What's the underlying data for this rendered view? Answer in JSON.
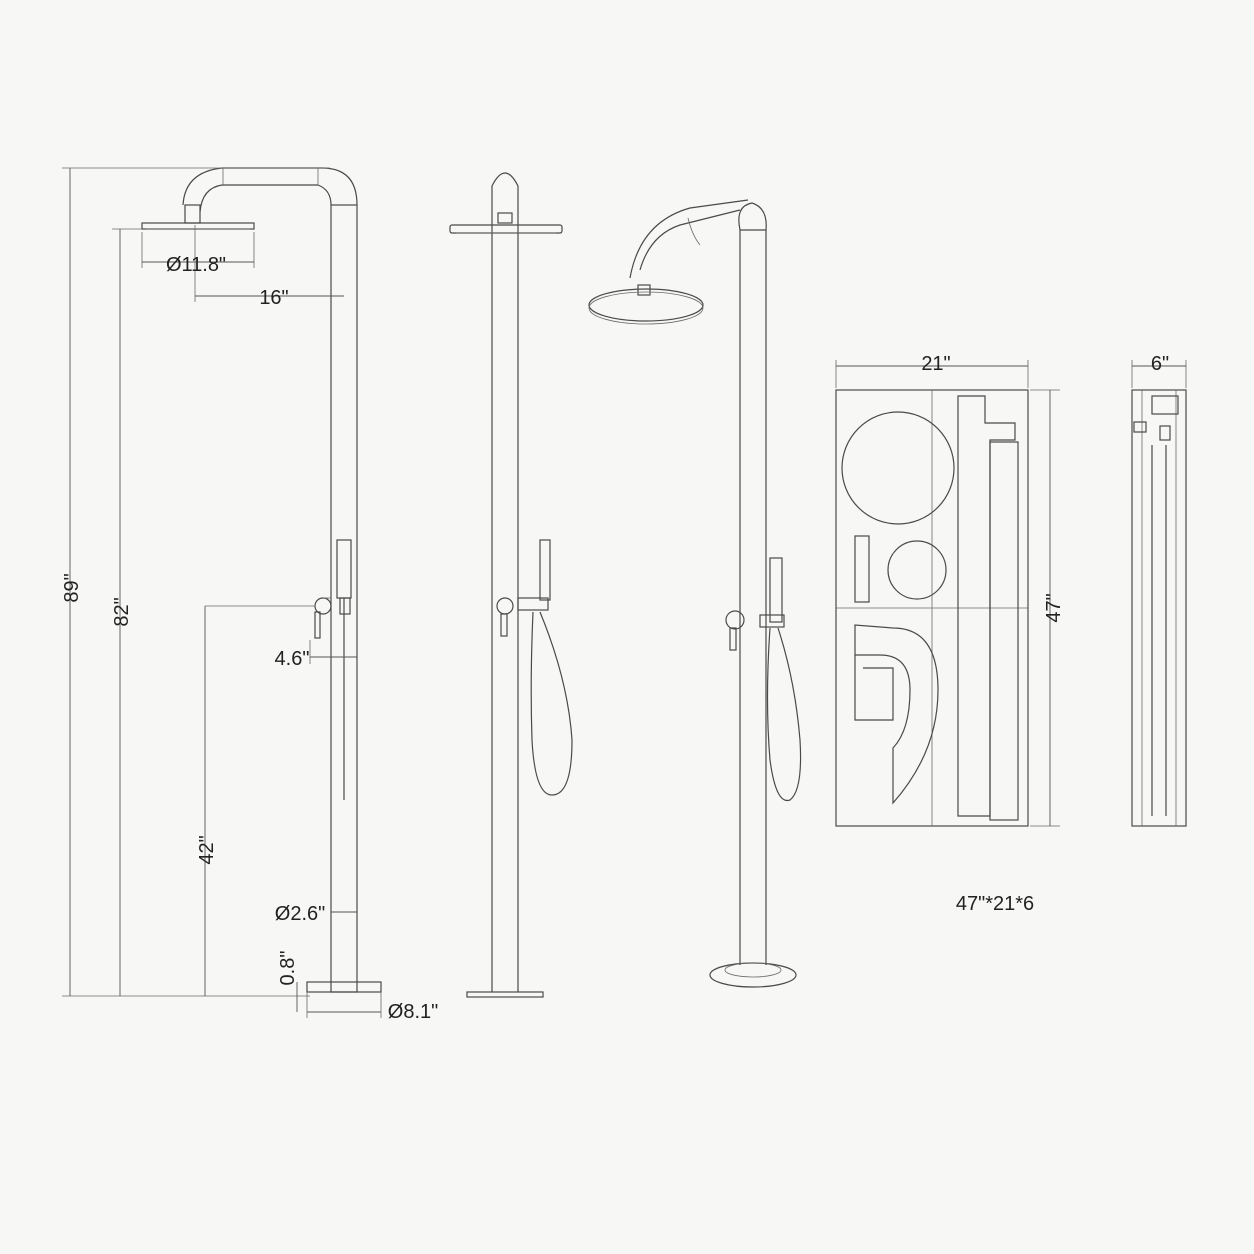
{
  "dimensions": {
    "total_height": "89\"",
    "head_height": "82\"",
    "valve_height": "42\"",
    "head_diameter": "Ø11.8\"",
    "arm_reach": "16\"",
    "valve_offset": "4.6\"",
    "pipe_diameter": "Ø2.6\"",
    "base_thickness": "0.8\"",
    "base_diameter": "Ø8.1\""
  },
  "package": {
    "width": "21\"",
    "height": "47\"",
    "depth": "6\"",
    "size_label": "47\"*21*6"
  },
  "colors": {
    "line": "#4a4a4a",
    "background": "#f7f7f5",
    "text": "#222222"
  }
}
